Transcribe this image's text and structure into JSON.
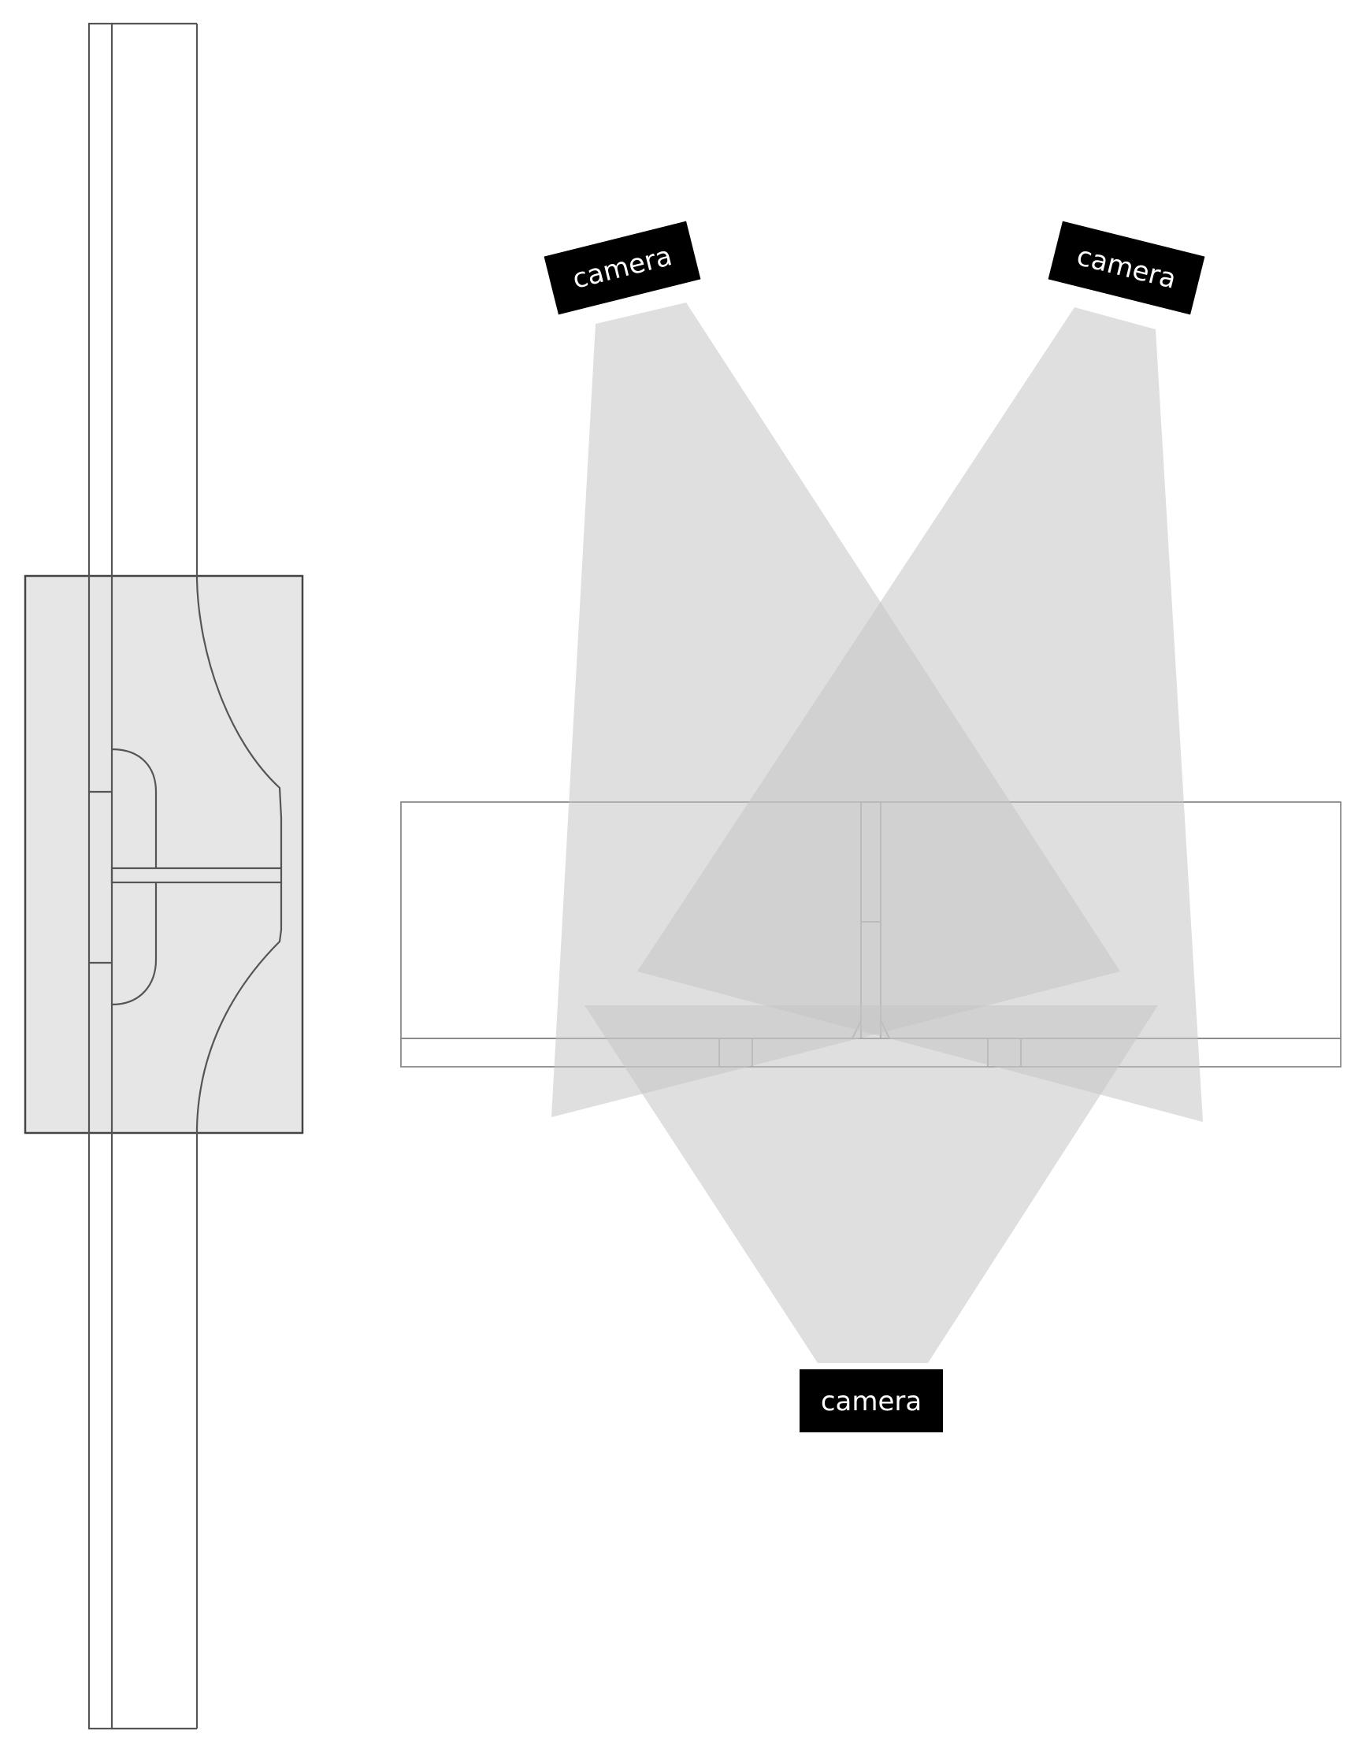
{
  "cameras": [
    {
      "id": "camera-top-left",
      "label": "camera"
    },
    {
      "id": "camera-top-right",
      "label": "camera"
    },
    {
      "id": "camera-bottom",
      "label": "camera"
    }
  ],
  "colors": {
    "background": "#ffffff",
    "outline": "#555555",
    "clamp_fill": "#e6e6e6",
    "beam_fill": "#c4c4c4",
    "camera_fill": "#000000",
    "camera_text": "#ffffff"
  }
}
